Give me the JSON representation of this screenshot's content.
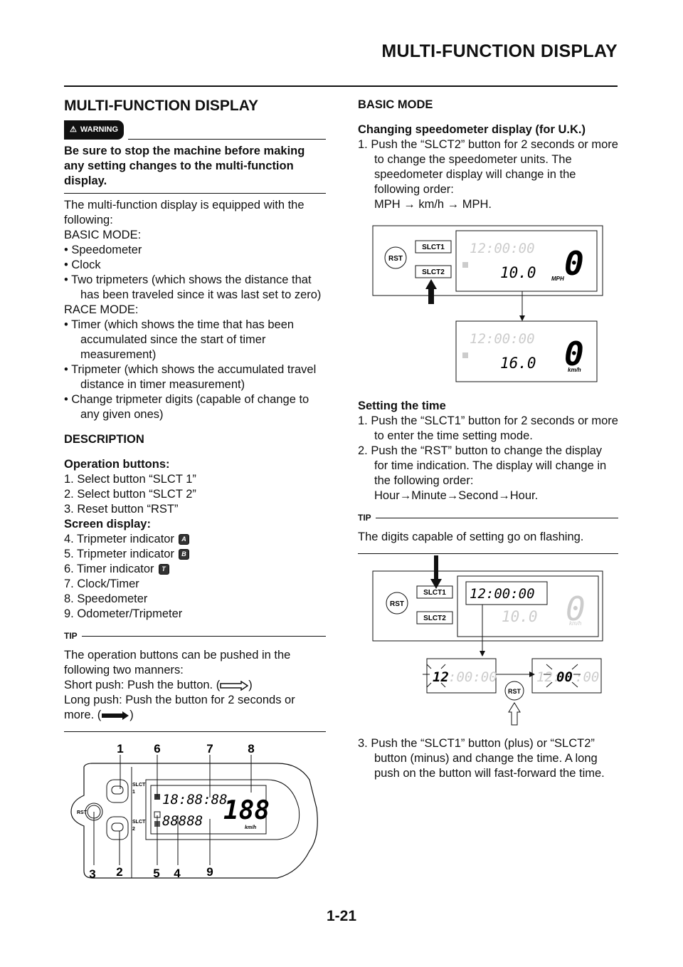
{
  "header": {
    "title": "MULTI-FUNCTION DISPLAY"
  },
  "left": {
    "title": "MULTI-FUNCTION DISPLAY",
    "warning_label": "WARNING",
    "warning_text": "Be sure to stop the machine before making any setting changes to the multi-function display.",
    "intro": "The multi-function display is equipped with the following:",
    "basic_mode": "BASIC MODE:",
    "basic_items": [
      "• Speedometer",
      "• Clock",
      "• Two tripmeters (which shows the distance that has been traveled since it was last set to zero)"
    ],
    "race_mode": "RACE MODE:",
    "race_items": [
      "• Timer (which shows the time that has been accumulated since the start of timer measurement)",
      "• Tripmeter (which shows the accumulated travel distance in timer measurement)",
      "• Change tripmeter digits (capable of change to any given ones)"
    ],
    "description": "DESCRIPTION",
    "op_buttons": "Operation buttons:",
    "op_items": [
      "1.  Select button “SLCT 1”",
      "2.  Select button “SLCT 2”",
      "3.  Reset button “RST”"
    ],
    "screen_display": "Screen display:",
    "screen_items": [
      "4.  Tripmeter indicator",
      "5.  Tripmeter indicator",
      "6.  Timer indicator",
      "7.  Clock/Timer",
      "8.  Speedometer",
      "9.  Odometer/Tripmeter"
    ],
    "screen_icons": [
      "A",
      "B",
      "T"
    ],
    "tip_label": "TIP",
    "tip_text": "The operation buttons can be pushed in the following two manners:",
    "short_push": "Short push: Push the button. (",
    "long_push": "Long push: Push the button for 2 seconds or more. (",
    "close_paren": ")",
    "diagram": {
      "callouts": [
        "1",
        "6",
        "7",
        "8",
        "3",
        "2",
        "5",
        "4",
        "9"
      ],
      "slct1": "SLCT",
      "slct1n": "1",
      "slct2": "SLCT",
      "slct2n": "2",
      "rst": "RST",
      "clock": "18:88:88",
      "trip": "88888",
      "speed": "188",
      "unit": "km/h"
    }
  },
  "right": {
    "basic_mode": "BASIC MODE",
    "speedo_title": "Changing speedometer display (for U.K.)",
    "speedo_step": "1.  Push the “SLCT2” button for 2 seconds or more to change the speedometer units. The speedometer display will change in the following order:",
    "speedo_order": "MPH → km/h → MPH.",
    "diagram1": {
      "rst": "RST",
      "slct1": "SLCT1",
      "slct2": "SLCT2",
      "clock": "12:00:00",
      "trip1": "10.0",
      "speed": "0",
      "unit1": "MPH",
      "trip2": "16.0",
      "unit2": "km/h"
    },
    "time_title": "Setting the time",
    "time_steps": [
      "1.  Push the “SLCT1” button for 2 seconds or more to enter the time setting mode.",
      "2.  Push the “RST” button to change the display for time indication. The display will change in the following order:"
    ],
    "time_order": "Hour→Minute→Second→Hour.",
    "tip_label": "TIP",
    "tip_text": "The digits capable of setting go on flashing.",
    "diagram2": {
      "rst": "RST",
      "slct1": "SLCT1",
      "slct2": "SLCT2",
      "clock": "12:00:00",
      "trip": "10.0",
      "speed": "0",
      "unit": "km/h",
      "hour": "12",
      "rest1": ":00:00",
      "min": "00",
      "hourdim": "12:",
      "rest2": ":00"
    },
    "step3": "3.  Push the “SLCT1” button (plus) or “SLCT2” button (minus) and change the time. A long push on the button will fast-forward the time."
  },
  "page_number": "1-21"
}
